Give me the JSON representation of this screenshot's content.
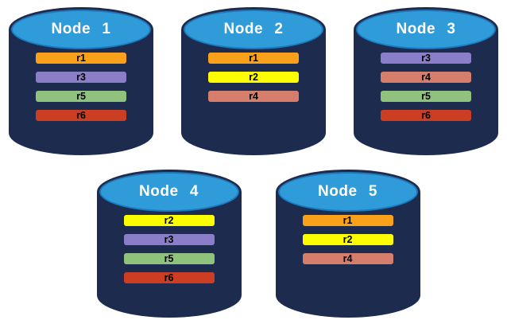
{
  "diagram": {
    "description": "Replica distribution across database nodes",
    "background": "#ffffff"
  },
  "colors": {
    "cylinder_body": "#1C2B4E",
    "cylinder_top_fill": "#2F9CD9",
    "cylinder_top_stroke": "#1E78BC",
    "title_text": "#ffffff",
    "replica_text": "#000000"
  },
  "replica_colors": {
    "r1": "#F9A11B",
    "r2": "#FDFD02",
    "r3": "#8B7EC8",
    "r4": "#D57E6C",
    "r5": "#8FC27D",
    "r6": "#CC3E24"
  },
  "rows": [
    {
      "nodes": [
        {
          "title": "Node 1",
          "replicas": [
            "r1",
            "r3",
            "r5",
            "r6"
          ]
        },
        {
          "title": "Node 2",
          "replicas": [
            "r1",
            "r2",
            "r4"
          ]
        },
        {
          "title": "Node 3",
          "replicas": [
            "r3",
            "r4",
            "r5",
            "r6"
          ]
        }
      ]
    },
    {
      "nodes": [
        {
          "title": "Node 4",
          "replicas": [
            "r2",
            "r3",
            "r5",
            "r6"
          ]
        },
        {
          "title": "Node 5",
          "replicas": [
            "r1",
            "r2",
            "r4"
          ]
        }
      ]
    }
  ]
}
